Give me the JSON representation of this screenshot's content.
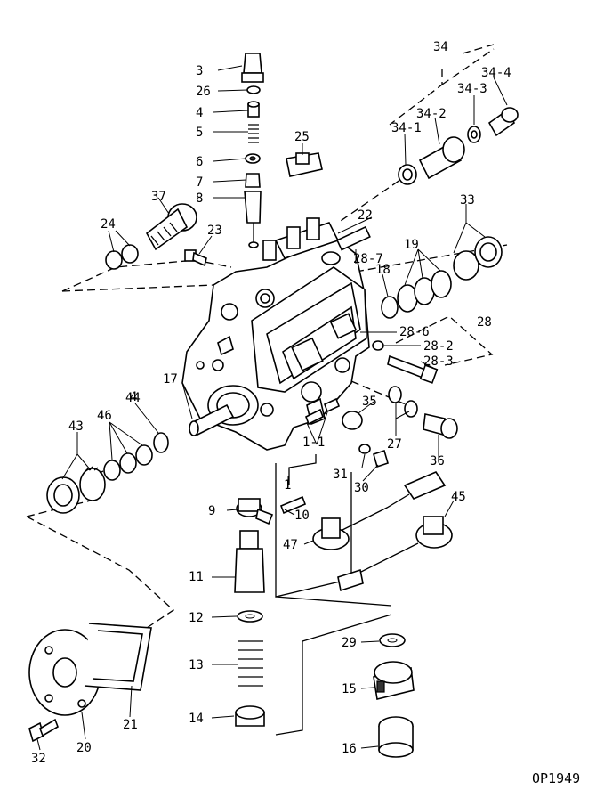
{
  "drawing_code": "OP1949",
  "callouts": {
    "c3": "3",
    "c26": "26",
    "c4": "4",
    "c5": "5",
    "c6": "6",
    "c7": "7",
    "c8": "8",
    "c37": "37",
    "c24": "24",
    "c23": "23",
    "c25": "25",
    "c22": "22",
    "c34": "34",
    "c34_1": "34-1",
    "c34_2": "34-2",
    "c34_3": "34-3",
    "c34_4": "34-4",
    "c33": "33",
    "c19": "19",
    "c18": "18",
    "c28_7": "28-7",
    "c28": "28",
    "c28_6": "28-6",
    "c28_2": "28-2",
    "c28_3": "28-3",
    "c17": "17",
    "c44": "44",
    "c43": "43",
    "c46": "46",
    "c35": "35",
    "c27": "27",
    "c1_1": "1-1",
    "c36": "36",
    "c31": "31",
    "c30": "30",
    "c1": "1",
    "c9": "9",
    "c10": "10",
    "c45": "45",
    "c47": "47",
    "c11": "11",
    "c12": "12",
    "c13": "13",
    "c14": "14",
    "c29": "29",
    "c15": "15",
    "c16": "16",
    "c32": "32",
    "c20": "20",
    "c21": "21",
    "c4a": "4"
  }
}
